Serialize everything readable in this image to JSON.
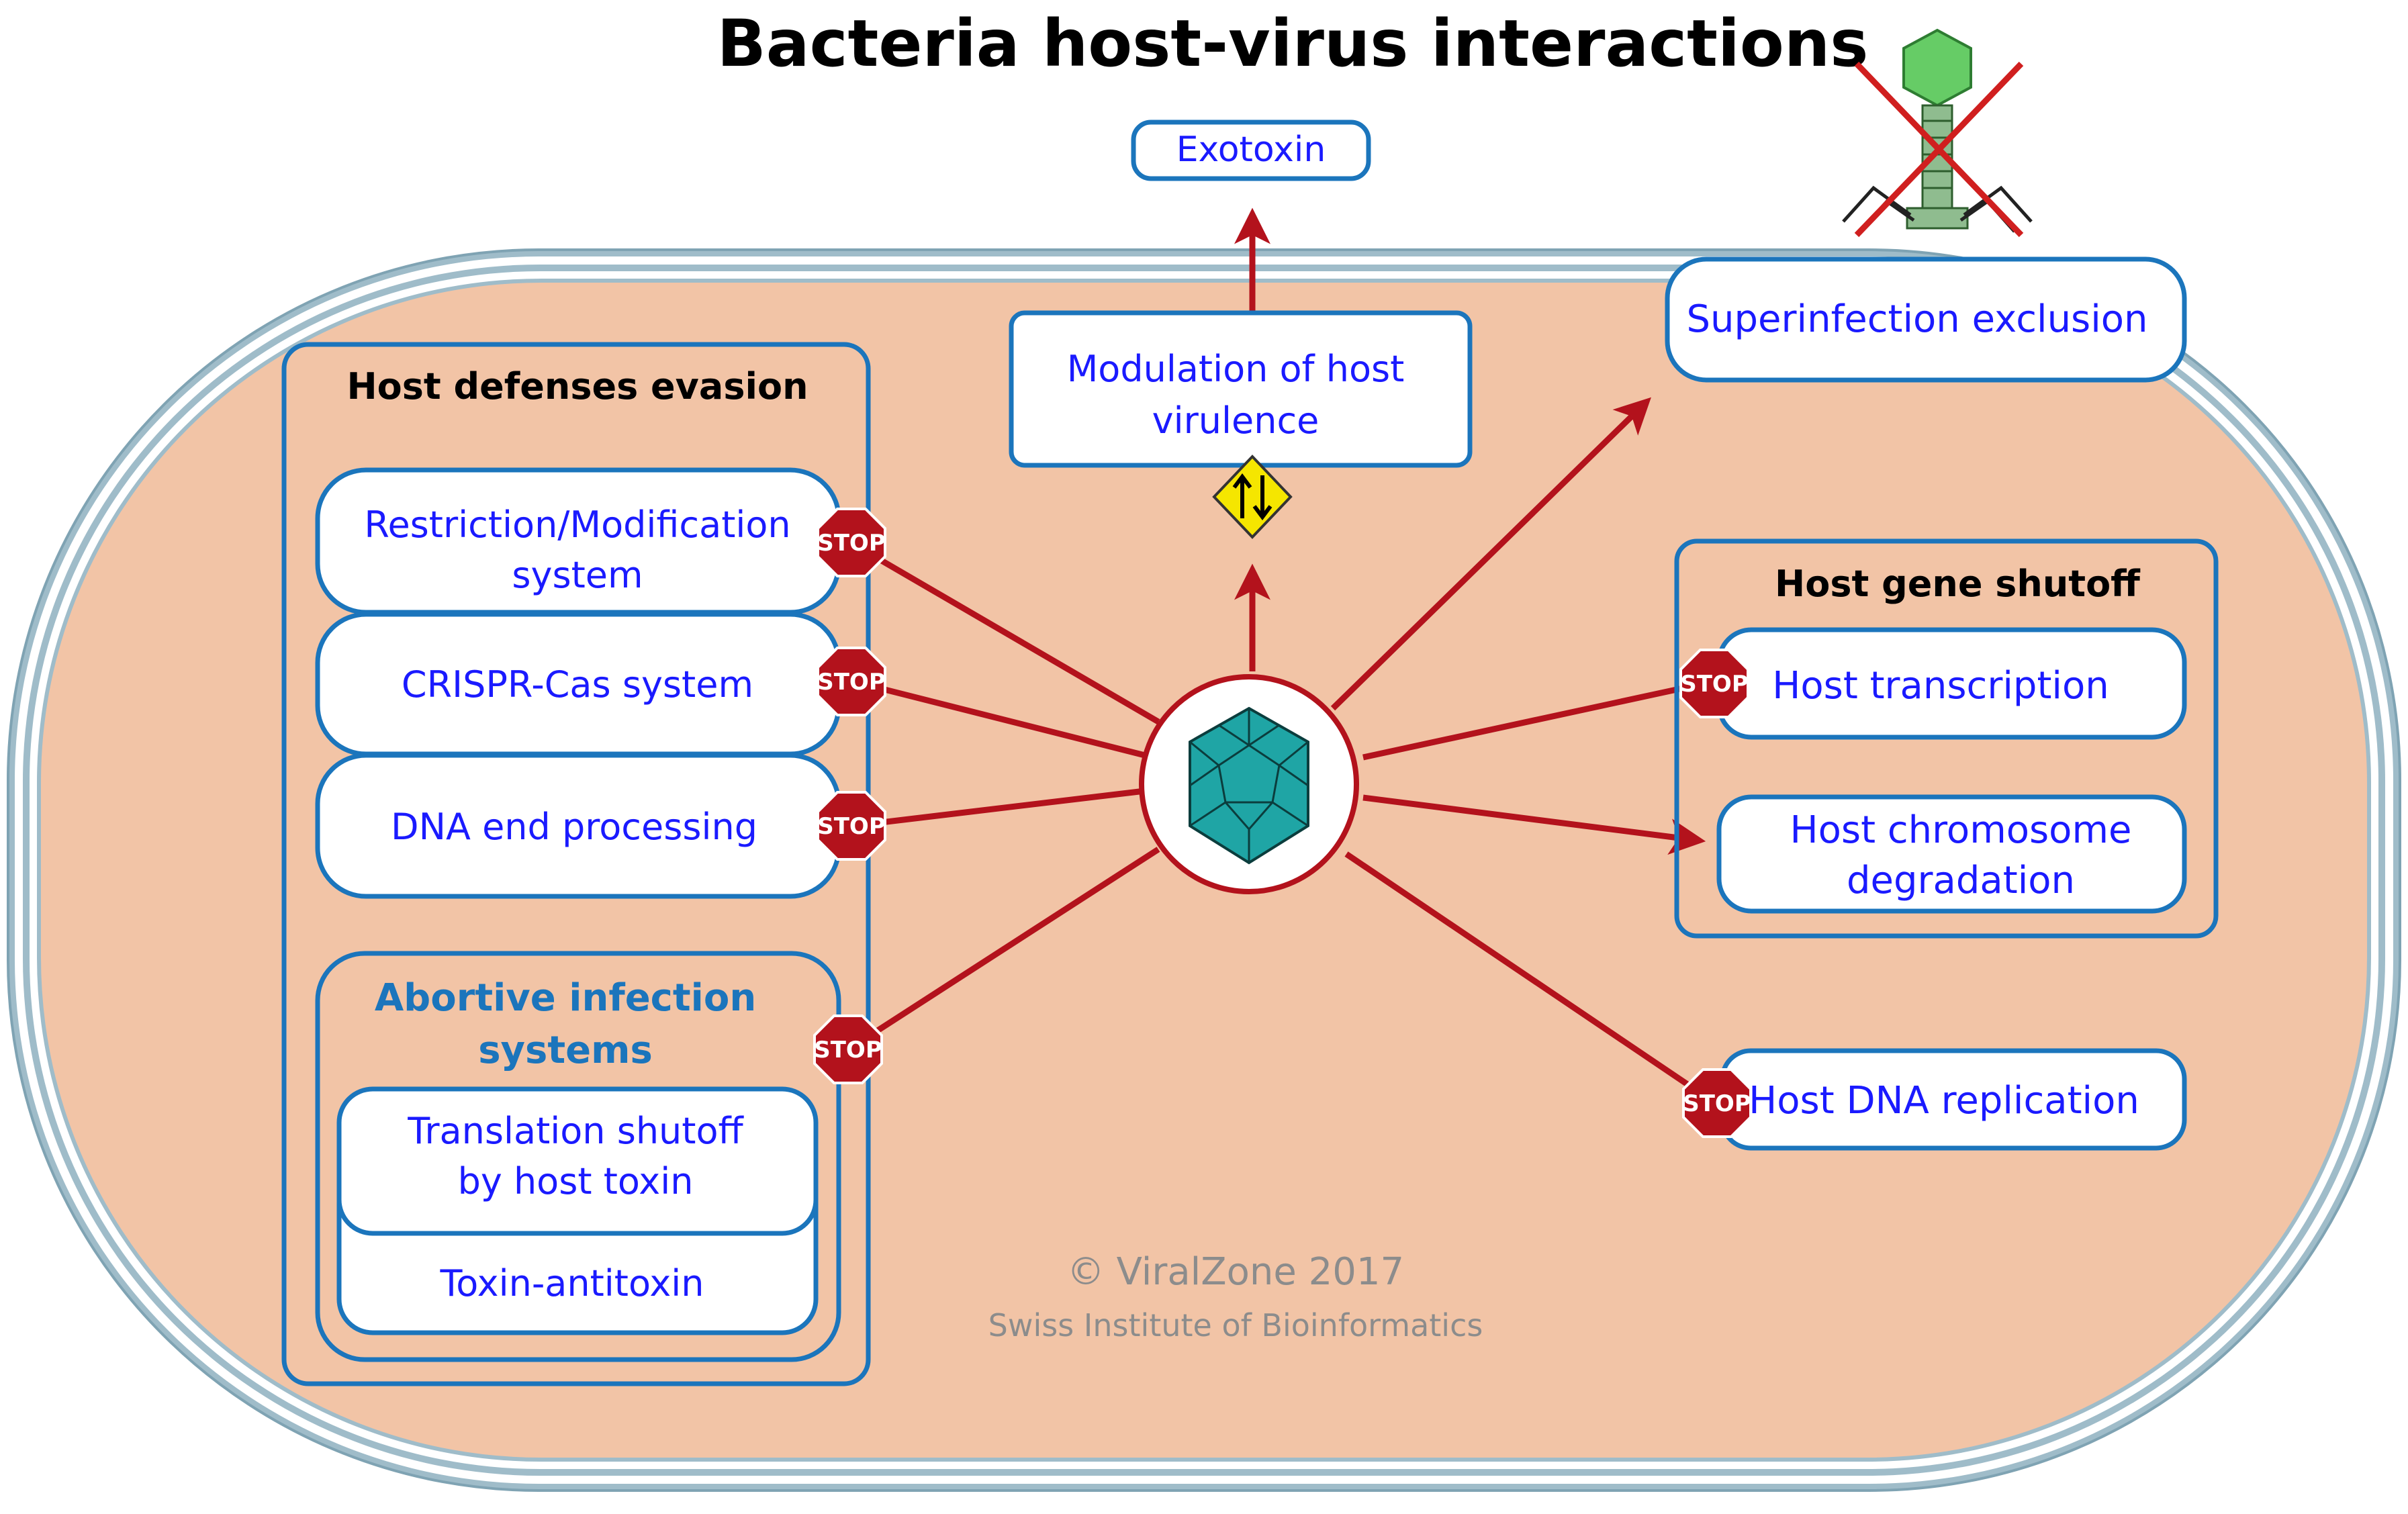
{
  "title": "Bacteria host-virus interactions",
  "exotoxin": "Exotoxin",
  "modulation": [
    "Modulation of host",
    "virulence"
  ],
  "superinfection": "Superinfection exclusion",
  "host_defenses": {
    "title": "Host  defenses evasion",
    "restriction": [
      "Restriction/Modification",
      "system"
    ],
    "crispr": "CRISPR-Cas system",
    "dna_end": "DNA end processing",
    "abortive": {
      "title": [
        "Abortive infection",
        "systems"
      ],
      "translation": [
        "Translation shutoff",
        "by host toxin"
      ],
      "toxin": "Toxin-antitoxin"
    }
  },
  "host_gene_shutoff": {
    "title": "Host gene shutoff",
    "transcription": "Host transcription",
    "chromosome": [
      "Host chromosome",
      "degradation"
    ]
  },
  "dna_replication": "Host DNA replication",
  "stop_label": "STOP",
  "copyright": "© ViralZone 2017",
  "institute": "Swiss Institute of Bioinformatics",
  "colors": {
    "cell_fill": "#f2c4a6",
    "box_stroke": "#1b75bc",
    "text_blue": "#1a1aff",
    "arrow_red": "#b3121c",
    "virus_teal": "#1fa5a5",
    "phage_green": "#66cc66"
  }
}
